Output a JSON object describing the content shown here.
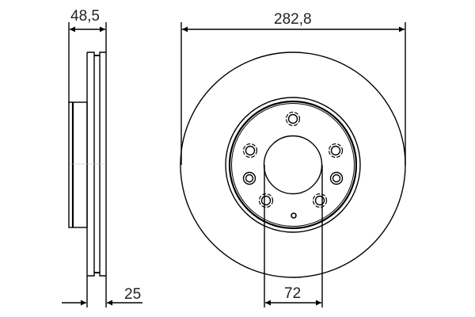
{
  "drawing": {
    "subject": "brake disc technical drawing",
    "line_color": "#000000",
    "background": "#ffffff"
  },
  "dimensions": {
    "overall_thickness": "48,5",
    "min_thickness": "25",
    "outer_diameter": "282,8",
    "center_bore": "72"
  },
  "views": {
    "side_view": "side-profile",
    "front_view": "front-face",
    "bolt_holes": 7
  }
}
